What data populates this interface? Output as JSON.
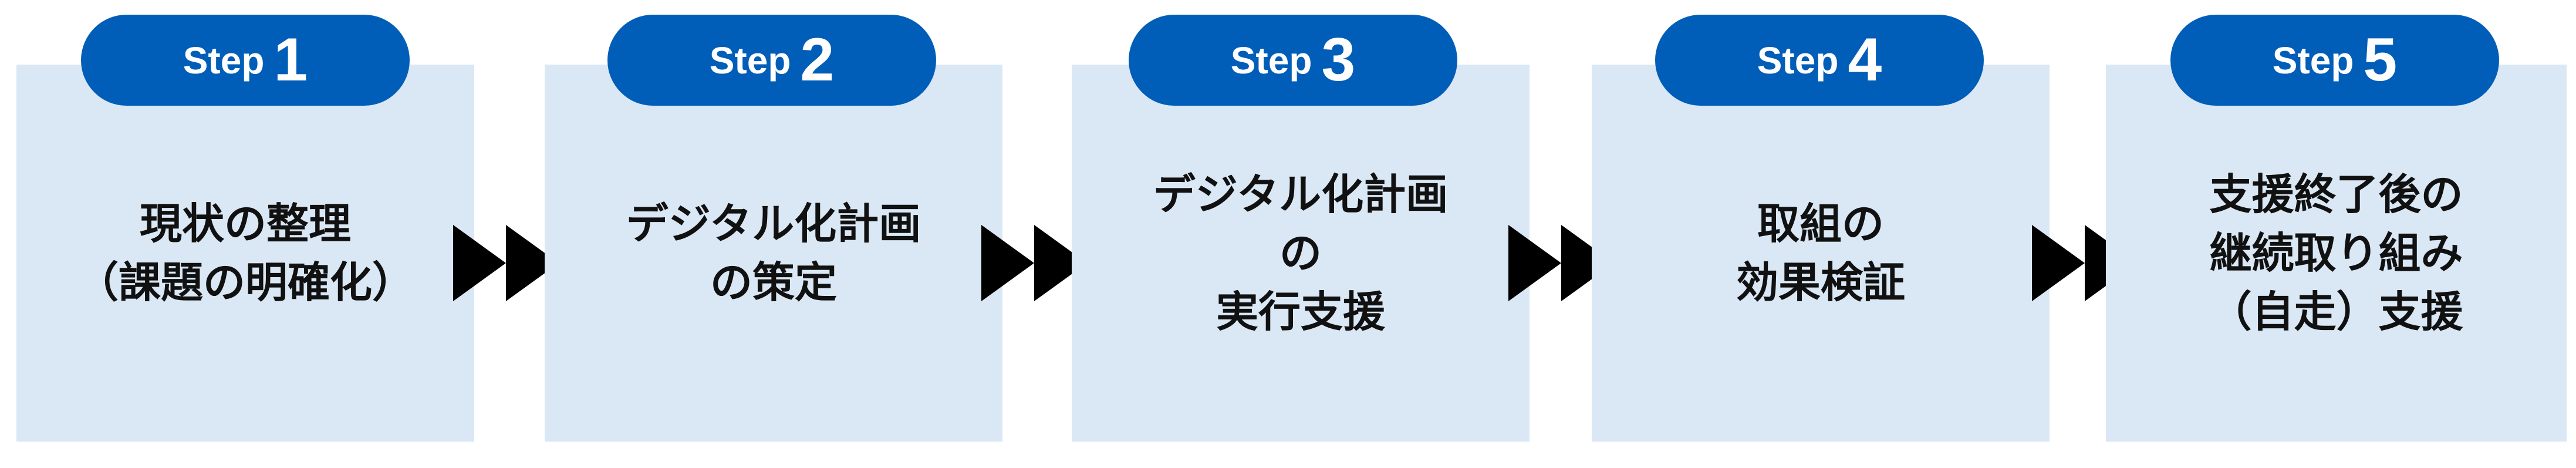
{
  "steps": [
    {
      "word": "Step",
      "number": "1",
      "text": "現状の整理\n（課題の明確化）"
    },
    {
      "word": "Step",
      "number": "2",
      "text": "デジタル化計画\nの策定"
    },
    {
      "word": "Step",
      "number": "3",
      "text": "デジタル化計画\nの\n実行支援"
    },
    {
      "word": "Step",
      "number": "4",
      "text": "取組の\n効果検証"
    },
    {
      "word": "Step",
      "number": "5",
      "text": "支援終了後の\n継続取り組み\n（自走）支援"
    }
  ],
  "colors": {
    "pill": "#005eb8",
    "box": "#dae7f5",
    "arrow": "#000000"
  },
  "icons": {
    "connector": "double-right-triangle-icon"
  }
}
